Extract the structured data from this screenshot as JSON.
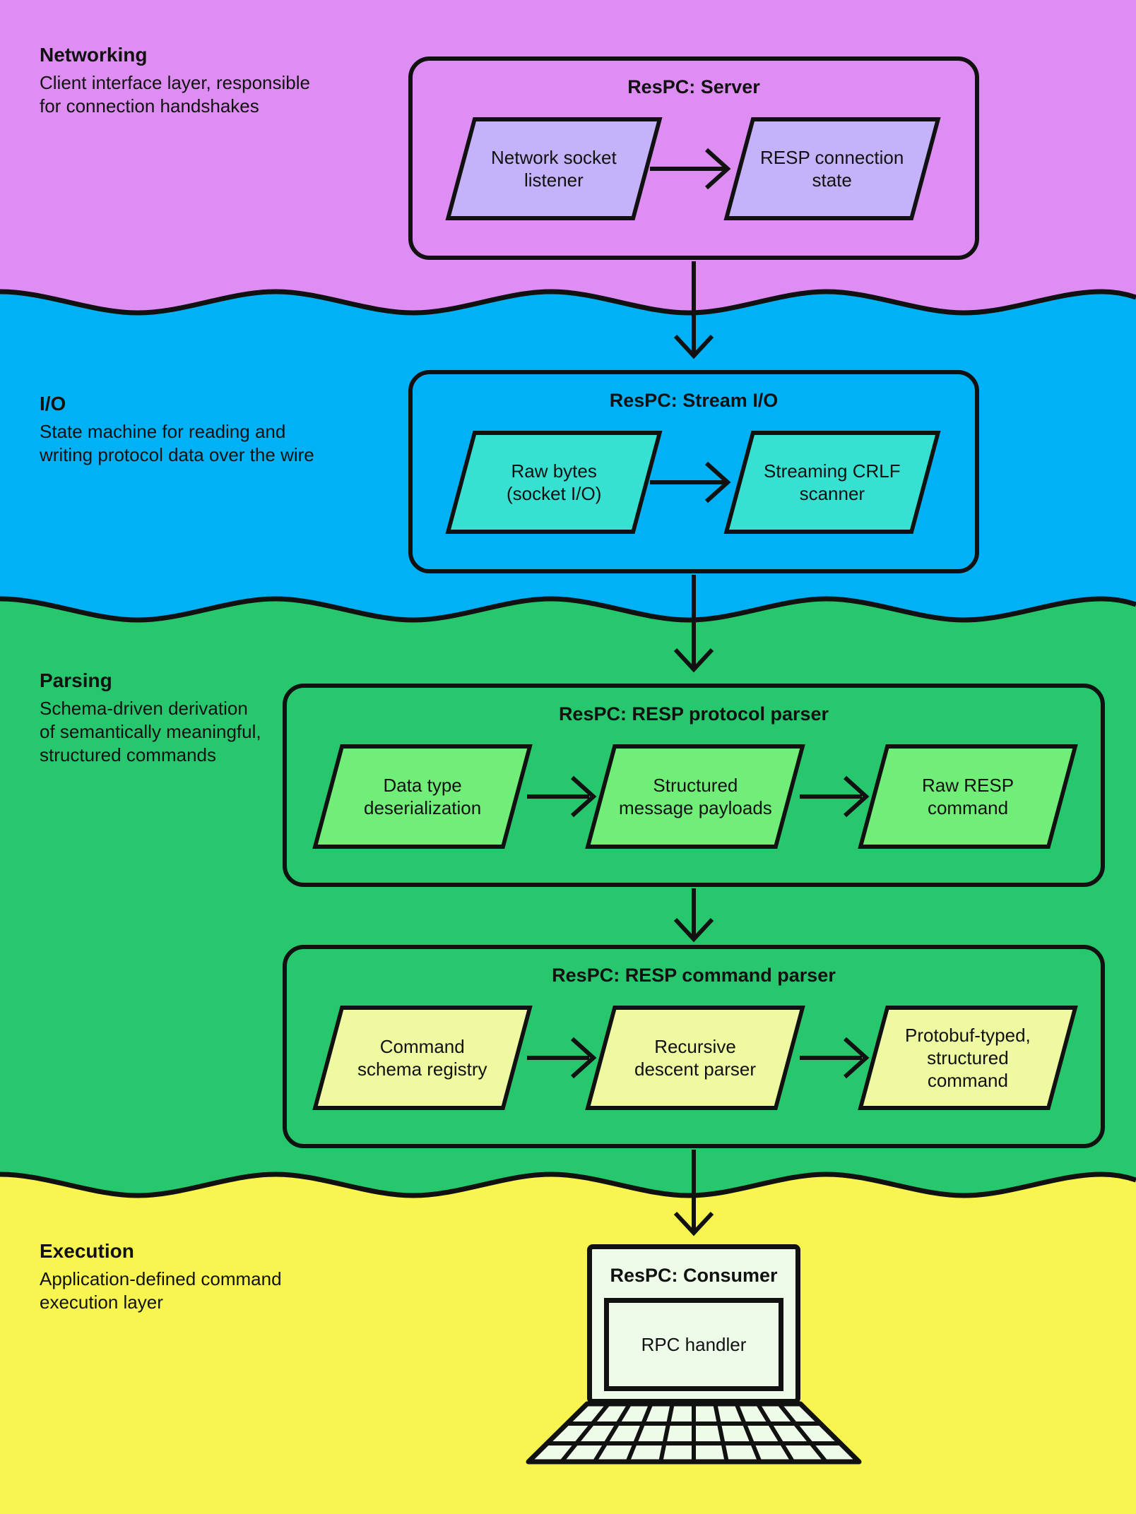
{
  "palette": {
    "ink": "#111111",
    "networking_band": "#de8ef2",
    "networking_node": "#c4b3f8",
    "io_band": "#00b2f5",
    "io_node": "#36e1d2",
    "parsing_band": "#26c76d",
    "protocol_node": "#70ee78",
    "command_node": "#eef9a1",
    "execution_band": "#f8f550",
    "consumer_fill": "#eefbe9"
  },
  "layers": {
    "networking": {
      "title": "Networking",
      "description": "Client interface layer, responsible\nfor connection handshakes"
    },
    "io": {
      "title": "I/O",
      "description": "State machine for reading and\nwriting protocol data over the wire"
    },
    "parsing": {
      "title": "Parsing",
      "description": "Schema-driven derivation\nof semantically meaningful,\nstructured commands"
    },
    "execution": {
      "title": "Execution",
      "description": "Application-defined command\nexecution layer"
    }
  },
  "groups": {
    "server": {
      "title": "ResPC: Server",
      "node1": "Network socket\nlistener",
      "node2": "RESP connection\nstate"
    },
    "stream": {
      "title": "ResPC: Stream I/O",
      "node1": "Raw bytes\n(socket I/O)",
      "node2": "Streaming CRLF\nscanner"
    },
    "protocol": {
      "title": "ResPC: RESP protocol parser",
      "node1": "Data type\ndeserialization",
      "node2": "Structured\nmessage payloads",
      "node3": "Raw RESP\ncommand"
    },
    "command": {
      "title": "ResPC: RESP command parser",
      "node1": "Command\nschema registry",
      "node2": "Recursive\ndescent parser",
      "node3": "Protobuf-typed,\nstructured\ncommand"
    },
    "consumer": {
      "title": "ResPC: Consumer",
      "node": "RPC handler"
    }
  }
}
